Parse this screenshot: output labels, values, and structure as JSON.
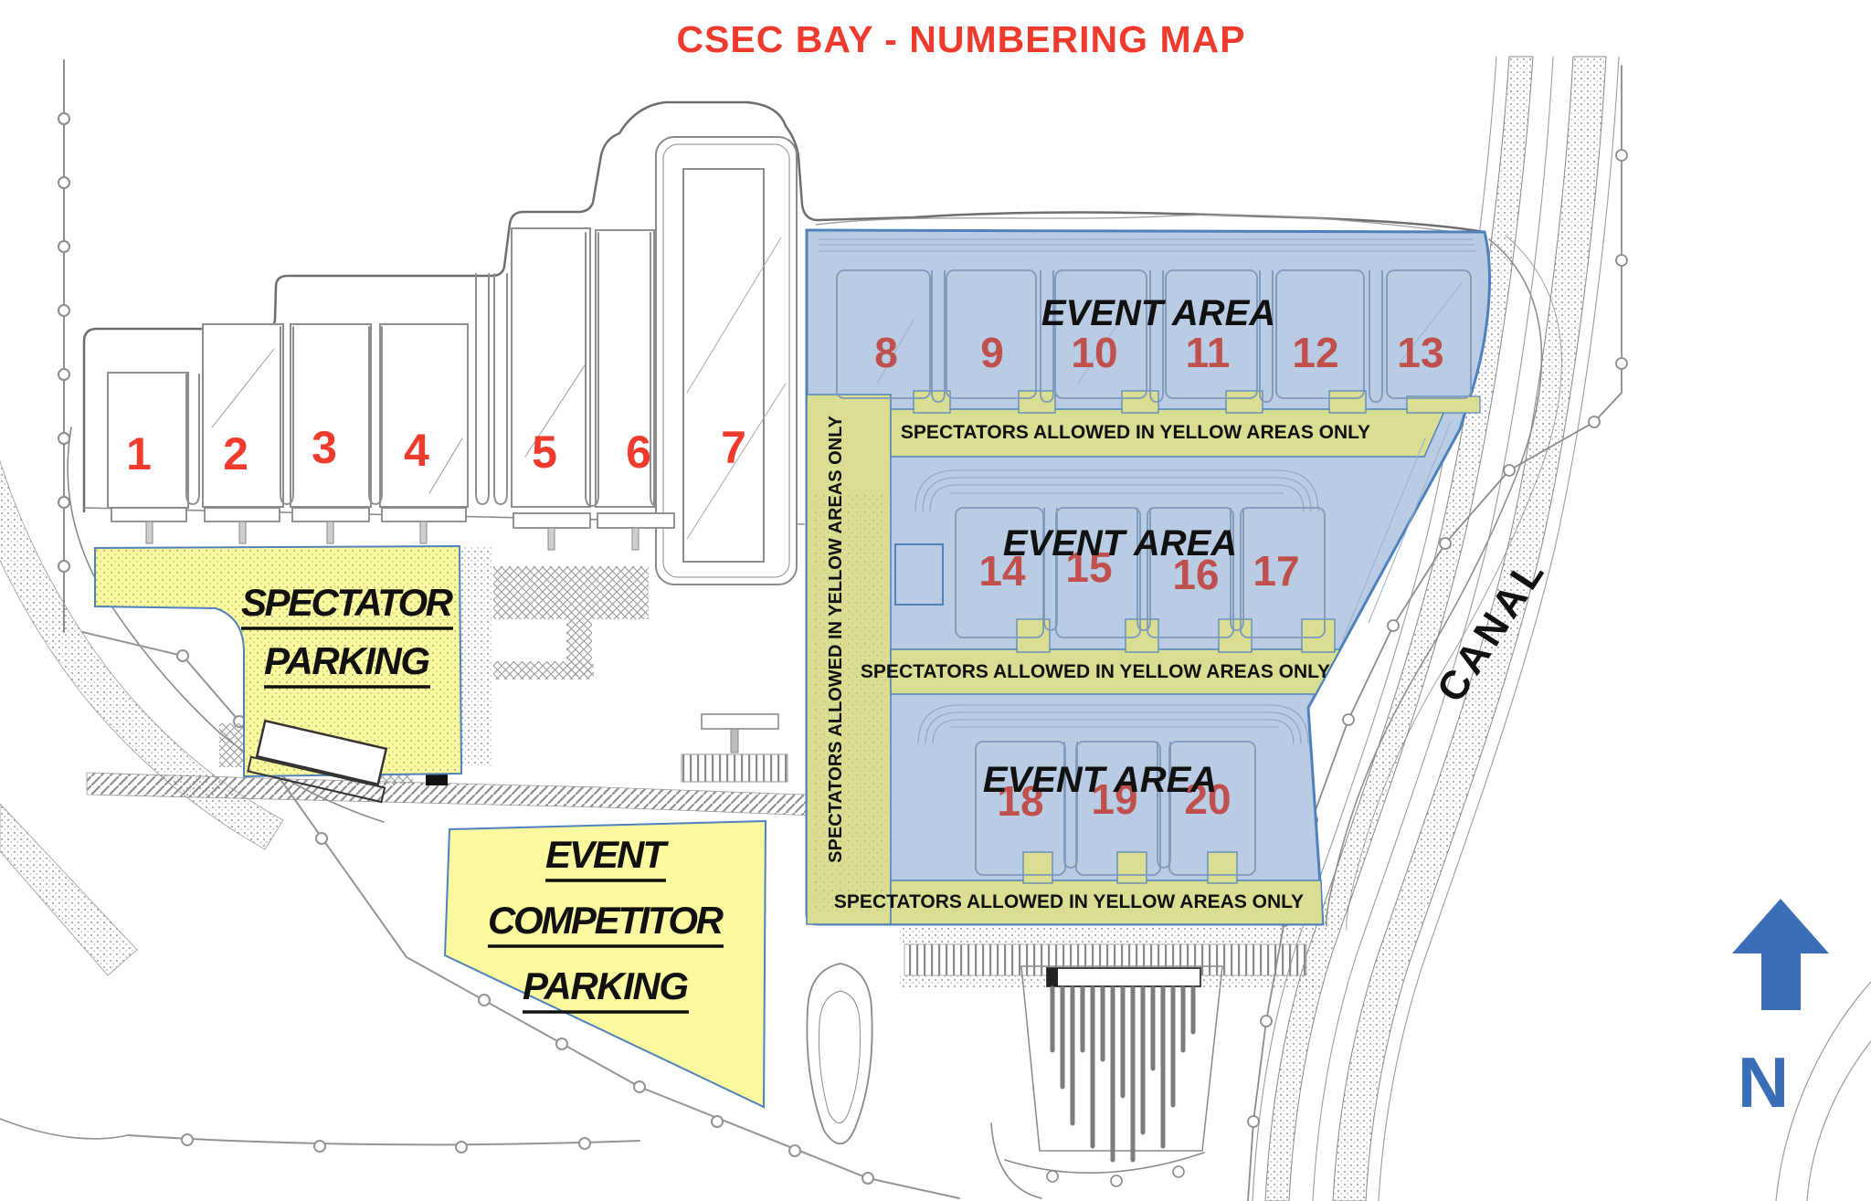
{
  "title": "CSEC BAY - NUMBERING MAP",
  "map": {
    "white_bays": [
      {
        "label": "1"
      },
      {
        "label": "2"
      },
      {
        "label": "3"
      },
      {
        "label": "4"
      },
      {
        "label": "5"
      },
      {
        "label": "6"
      },
      {
        "label": "7"
      }
    ],
    "event_bays": [
      {
        "label": "8"
      },
      {
        "label": "9"
      },
      {
        "label": "10"
      },
      {
        "label": "11"
      },
      {
        "label": "12"
      },
      {
        "label": "13"
      },
      {
        "label": "14"
      },
      {
        "label": "15"
      },
      {
        "label": "16"
      },
      {
        "label": "17"
      },
      {
        "label": "18"
      },
      {
        "label": "19"
      },
      {
        "label": "20"
      }
    ],
    "event_area_labels": [
      {
        "label": "EVENT AREA"
      },
      {
        "label": "EVENT AREA"
      },
      {
        "label": "EVENT AREA"
      }
    ],
    "spectator_rule": "SPECTATORS ALLOWED IN YELLOW AREAS ONLY",
    "spectator_parking": {
      "line1": "SPECTATOR",
      "line2": "PARKING"
    },
    "competitor_parking": {
      "line1": "EVENT",
      "line2": "COMPETITOR",
      "line3": "PARKING"
    },
    "canal_label": "CANAL",
    "compass_label": "N"
  },
  "colors": {
    "title_red": "#EE3B2E",
    "white_bay_number": "#EE3B2E",
    "event_bay_number": "#C0504D",
    "event_area_fill": "#B9CCE4",
    "event_area_border": "#4F81BD",
    "spectator_zone_fill": "#D9DE92",
    "parking_fill": "#FBF9A0",
    "north_arrow_blue": "#3A6FB8"
  }
}
